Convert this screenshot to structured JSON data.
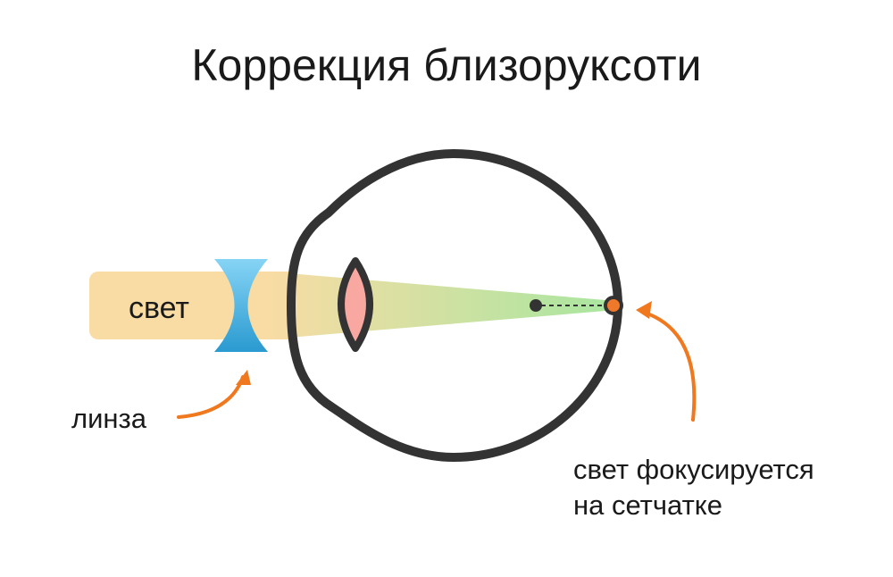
{
  "title": "Коррекция близоруксоти",
  "labels": {
    "light": "свет",
    "lens": "линза",
    "focus_line1": "свет фокусируется",
    "focus_line2": "на сетчатке"
  },
  "colors": {
    "beam": "#f8dca4",
    "beam_focus": "#a8e6a0",
    "concave_lens_top": "#86d4f5",
    "concave_lens_bottom": "#2a9ad0",
    "crystalline_lens": "#f8a8a0",
    "eye_outline": "#333333",
    "arrow": "#f0781e",
    "focus_point": "#f0782a"
  }
}
